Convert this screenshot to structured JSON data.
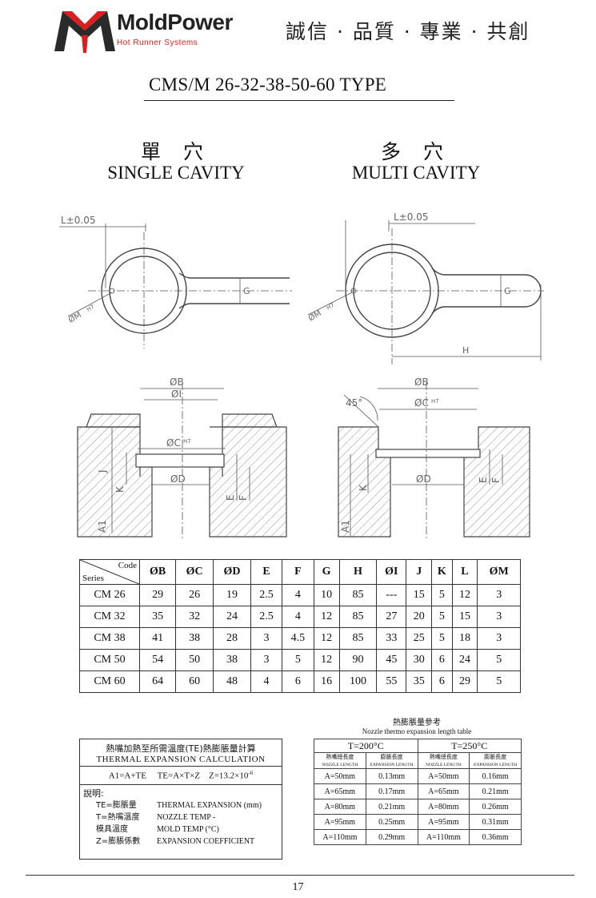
{
  "brand": {
    "name": "MoldPower",
    "tagline": "Hot Runner Systems",
    "slogan": "誠信 · 品質 · 專業 · 共創",
    "accent": "#d81e1e"
  },
  "title": "CMS/M 26-32-38-50-60   TYPE",
  "single": {
    "zh": "單 穴",
    "en": "SINGLE CAVITY"
  },
  "multi": {
    "zh": "多 穴",
    "en": "MULTI CAVITY"
  },
  "drawing_labels": {
    "l_tol": "L±0.05",
    "om": "ØM",
    "h7": "H7",
    "g": "G",
    "h": "H",
    "ob": "ØB",
    "oi": "ØI",
    "oc": "ØC",
    "od": "ØD",
    "j": "J",
    "k": "K",
    "a1": "A1",
    "e": "E",
    "f": "F",
    "angle": "45°"
  },
  "spec_table": {
    "corner_code": "Code",
    "corner_series": "Series",
    "columns": [
      "ØB",
      "ØC",
      "ØD",
      "E",
      "F",
      "G",
      "H",
      "ØI",
      "J",
      "K",
      "L",
      "ØM"
    ],
    "rows": [
      {
        "series": "CM 26",
        "values": [
          "29",
          "26",
          "19",
          "2.5",
          "4",
          "10",
          "85",
          "---",
          "15",
          "5",
          "12",
          "3"
        ]
      },
      {
        "series": "CM 32",
        "values": [
          "35",
          "32",
          "24",
          "2.5",
          "4",
          "12",
          "85",
          "27",
          "20",
          "5",
          "15",
          "3"
        ]
      },
      {
        "series": "CM 38",
        "values": [
          "41",
          "38",
          "28",
          "3",
          "4.5",
          "12",
          "85",
          "33",
          "25",
          "5",
          "18",
          "3"
        ]
      },
      {
        "series": "CM 50",
        "values": [
          "54",
          "50",
          "38",
          "3",
          "5",
          "12",
          "90",
          "45",
          "30",
          "6",
          "24",
          "5"
        ]
      },
      {
        "series": "CM 60",
        "values": [
          "64",
          "60",
          "48",
          "4",
          "6",
          "16",
          "100",
          "55",
          "35",
          "6",
          "29",
          "5"
        ]
      }
    ]
  },
  "calc": {
    "title_zh": "熱嘴加熱至所需溫度(TE)熱膨脹量計算",
    "title_en": "THERMAL  EXPANSION  CALCULATION",
    "formula1": "A1=A+TE",
    "formula2": "TE=A×T×Z",
    "formula3": "Z=13.2×10",
    "formula3_exp": "-6",
    "note_label": "說明:",
    "notes": [
      {
        "zh": "TE=膨脹量",
        "en": "THERMAL EXPANSION (mm)"
      },
      {
        "zh": "T=熱嘴溫度",
        "en": "NOZZLE TEMP -"
      },
      {
        "zh": "模具溫度",
        "en": "MOLD TEMP (°C)"
      },
      {
        "zh": "Z=膨脹係數",
        "en": "EXPANSION COEFFICIENT"
      }
    ]
  },
  "thermo": {
    "title_zh": "熱膨脹量參考",
    "title_en": "Nozzle thermo expansion length table",
    "t1": "T=200°C",
    "t2": "T=250°C",
    "col_nozzle_zh": "熱嘴總長度",
    "col_nozzle_en": "NOZZLE LENGTH",
    "col_exp_zh": "膨脹長度",
    "col_exp_en": "EXPANSION LENGTH",
    "rows": [
      [
        "A=50mm",
        "0.13mm",
        "A=50mm",
        "0.16mm"
      ],
      [
        "A=65mm",
        "0.17mm",
        "A=65mm",
        "0.21mm"
      ],
      [
        "A=80mm",
        "0.21mm",
        "A=80mm",
        "0.26mm"
      ],
      [
        "A=95mm",
        "0.25mm",
        "A=95mm",
        "0.31mm"
      ],
      [
        "A=110mm",
        "0.29mm",
        "A=110mm",
        "0.36mm"
      ]
    ]
  },
  "page_number": "17"
}
